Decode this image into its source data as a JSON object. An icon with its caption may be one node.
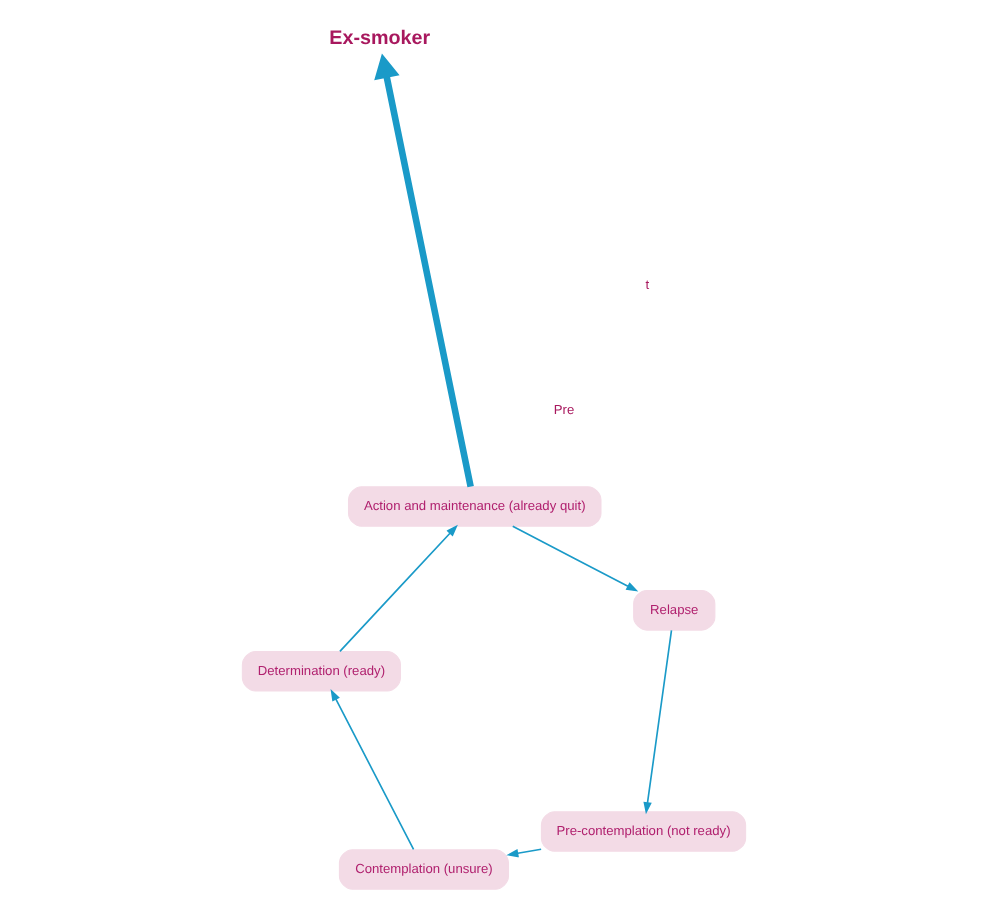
{
  "diagram": {
    "nodes": [
      {
        "text": [
          "Relapse"
        ]
      },
      {
        "text": [
          "Pre-contemplation (not ready)"
        ]
      },
      {
        "text": [
          "Contemplation (unsure)"
        ]
      },
      {
        "text": [
          "Determination (ready)"
        ]
      },
      {
        "text": [
          "Action and maintenance (already quit)"
        ]
      },
      {
        "text": [
          "Ex-smoker"
        ]
      }
    ],
    "edges": [
      {
        "from": 0,
        "to": 1,
        "arrow": "to"
      },
      {
        "from": 1,
        "to": 2,
        "arrow": "to"
      },
      {
        "from": 2,
        "to": 3,
        "arrow": "to"
      },
      {
        "from": 3,
        "to": 4,
        "arrow": "to"
      },
      {
        "from": 4,
        "to": 0,
        "arrow": "to"
      },
      {
        "from": 4,
        "to": 5,
        "arrow": "to",
        "style": "thick"
      }
    ],
    "labels": [
      "Pre",
      "t"
    ]
  }
}
